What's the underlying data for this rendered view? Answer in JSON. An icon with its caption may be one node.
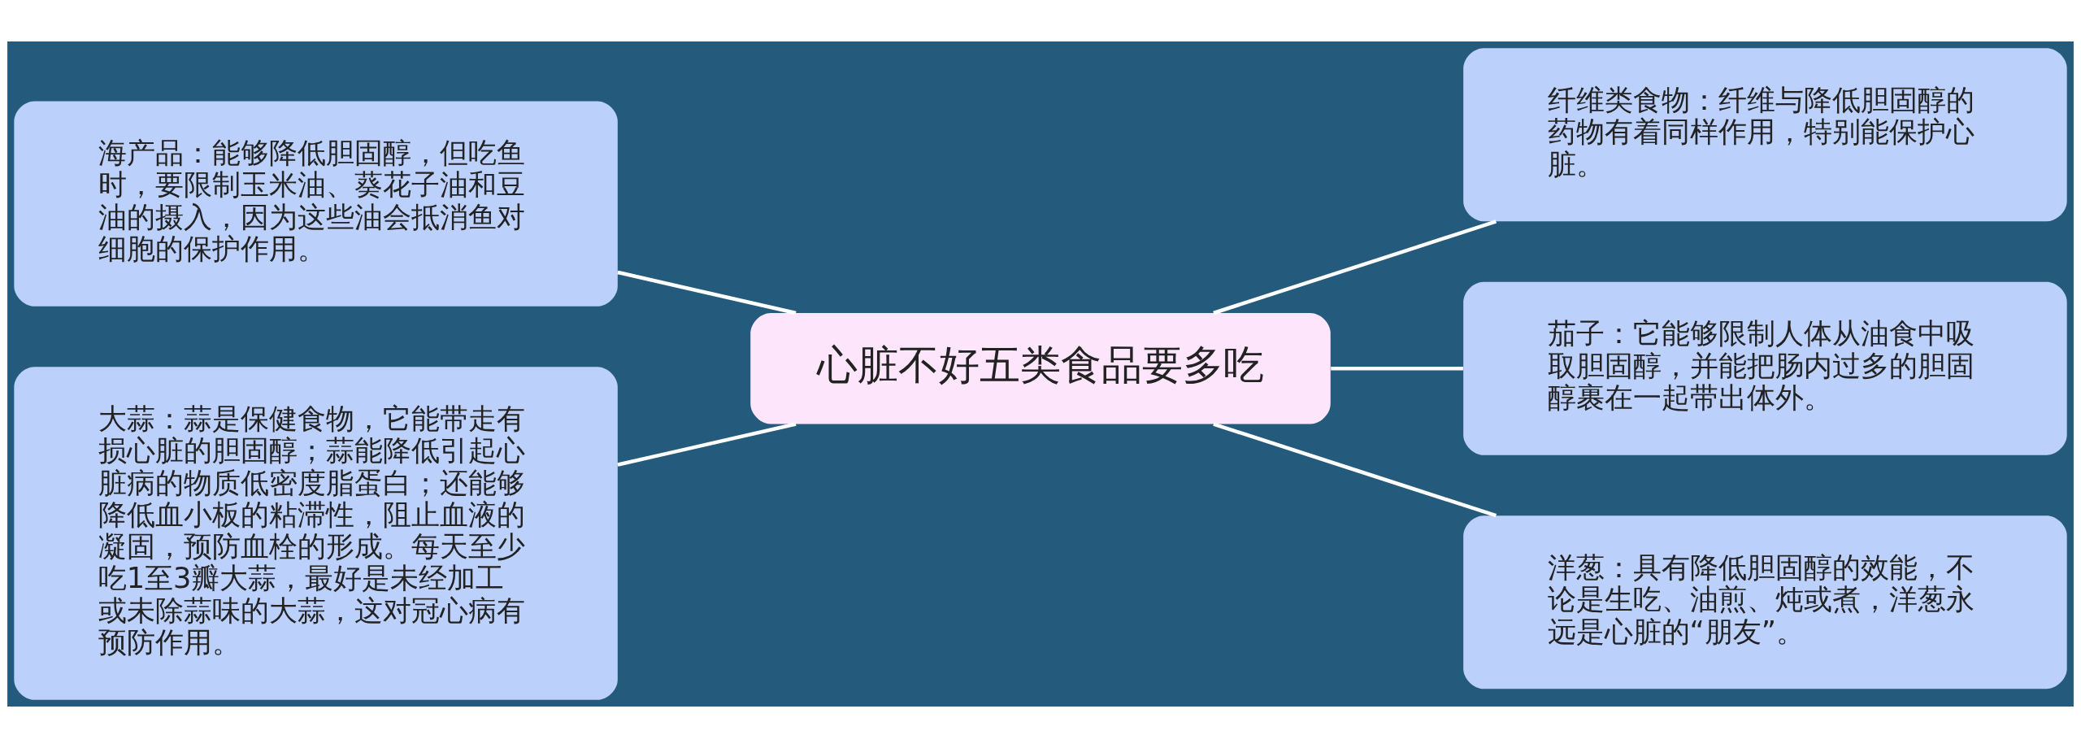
{
  "diagram": {
    "nodes": [
      {
        "text": [
          "心脏不好五类食品要多吃"
        ]
      },
      {
        "text": [
          "海产品：能够降低胆固醇，但吃鱼时，要限制玉米油、葵花子油和豆油的摄入，因为这些油会抵消鱼对细胞的保护作用。"
        ]
      },
      {
        "text": [
          "大蒜：蒜是保健食物，它能带走有损心脏的胆固醇；蒜能降低引起心脏病的物质低密度脂蛋白；还能够降低血小板的粘滞性，阻止血液的凝固，预防血栓的形成。每天至少吃1至3瓣大蒜，最好是未经加工或未除蒜味的大蒜，这对冠心病有预防作用。"
        ]
      },
      {
        "text": [
          "纤维类食物：纤维与降低胆固醇的药物有着同样作用，特别能保护心脏。"
        ]
      },
      {
        "text": [
          "茄子：它能够限制人体从油食中吸取胆固醇，并能把肠内过多的胆固醇裹在一起带出体外。"
        ]
      },
      {
        "text": [
          "洋葱：具有降低胆固醇的效能，不论是生吃、油煎、炖或煮，洋葱永远是心脏的“朋友”。"
        ]
      }
    ],
    "edges": [
      {
        "from": 0,
        "to": 1,
        "arrow": "none"
      },
      {
        "from": 0,
        "to": 2,
        "arrow": "none"
      },
      {
        "from": 0,
        "to": 3,
        "arrow": "none"
      },
      {
        "from": 0,
        "to": 4,
        "arrow": "none"
      },
      {
        "from": 0,
        "to": 5,
        "arrow": "none"
      }
    ]
  }
}
